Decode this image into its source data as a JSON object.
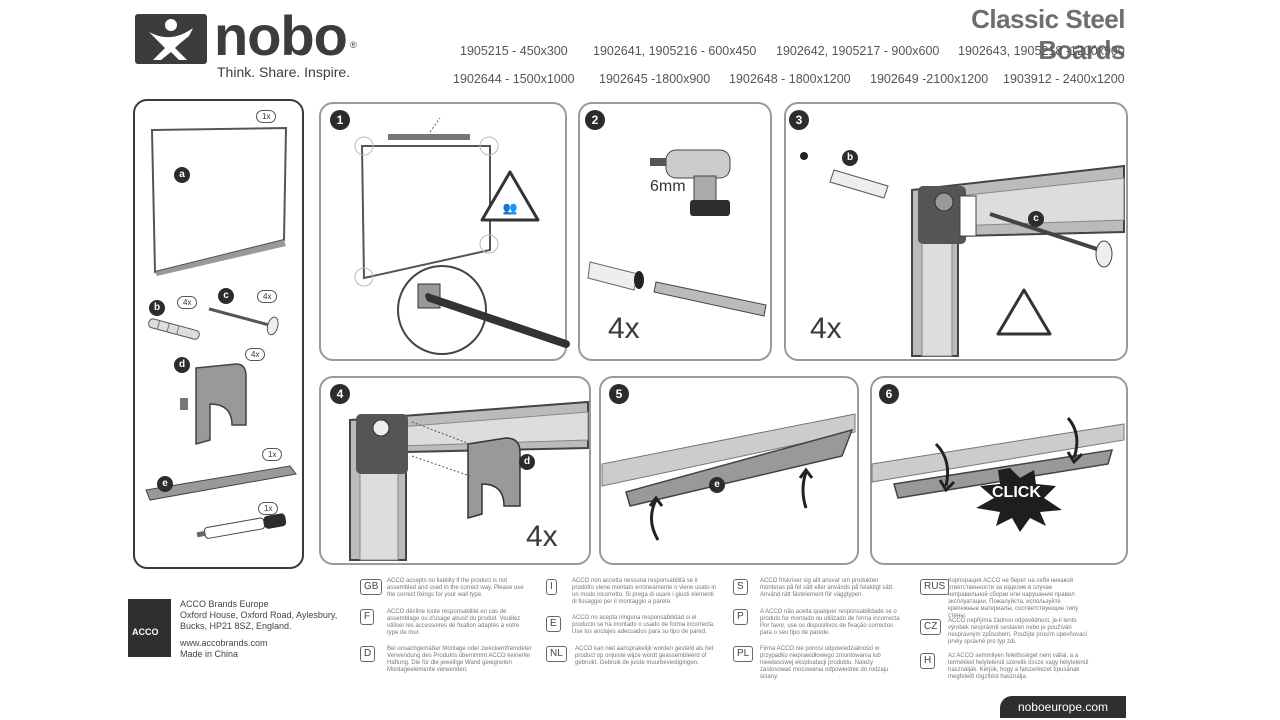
{
  "header": {
    "brand": "nobo",
    "reg": "®",
    "tagline": "Think. Share. Inspire.",
    "title": "Classic Steel Boards",
    "models_row1": [
      "1905215 - 450x300",
      "1902641, 1905216 - 600x450",
      "1902642, 1905217 - 900x600",
      "1902643, 1905218 -1200x900"
    ],
    "models_row2": [
      "1902644 - 1500x1000",
      "1902645 -1800x900",
      "1902648 - 1800x1200",
      "1902649 -2100x1200",
      "1903912 - 2400x1200"
    ]
  },
  "parts": {
    "a": "a",
    "a_qty": "1x",
    "b": "b",
    "b_qty": "4x",
    "c": "c",
    "c_qty": "4x",
    "d": "d",
    "d_qty": "4x",
    "e": "e",
    "e_qty": "1x",
    "f_qty": "1x"
  },
  "steps": [
    {
      "num": "1"
    },
    {
      "num": "2",
      "drill": "6mm",
      "qty": "4x"
    },
    {
      "num": "3",
      "qty": "4x",
      "b": "b",
      "c": "c"
    },
    {
      "num": "4",
      "qty": "4x",
      "d": "d"
    },
    {
      "num": "5",
      "e": "e"
    },
    {
      "num": "6",
      "click": "CLICK"
    }
  ],
  "footer": {
    "acco": "ACCO",
    "brands": "BRANDS",
    "address": [
      "ACCO Brands Europe",
      "Oxford House, Oxford Road, Aylesbury,",
      "Bucks, HP21 8SZ, England.",
      "",
      "www.accobrands.com",
      "Made in China"
    ],
    "languages": [
      {
        "code": "GB",
        "text": "ACCO accepts no liability if the product is not assembled and used in the correct way. Please use the correct fixings for your wall type."
      },
      {
        "code": "F",
        "text": "ACCO décline toute responsabilité en cas de assemblage ou d'usage abusif du produit. Veuillez utiliser les accessoires de fixation adaptés à votre type de mur."
      },
      {
        "code": "D",
        "text": "Bei unsachgemäßer Montage oder zweckentfremdeter Verwendung des Produkts übernimmt ACCO keinerlei Haftung. Die für die jeweilige Wand geeigneten Montageelemente verwenden."
      },
      {
        "code": "I",
        "text": "ACCO non accetta nessuna responsabilità se il prodotto viene montato erroneamente o viene usato in un modo incorretto. Si prega di usare i giusti elementi di fissaggio per il montaggio a parete."
      },
      {
        "code": "E",
        "text": "ACCO no acepta ninguna responsabilidad si el producto se ha montado o usado de forma incorrecta. Use los anclajes adecuados para su tipo de pared."
      },
      {
        "code": "NL",
        "text": "ACCO kan niet aansprakelijk worden gesteld als het product op onjuiste wijze wordt geassembleerd of gebruikt. Gebruik de juiste muurbevestigingen."
      },
      {
        "code": "S",
        "text": "ACCO friskriver sig allt ansvar om produkten monteras på fel sätt eller används på felaktigt sätt. Använd rätt fästelement för väggtypen."
      },
      {
        "code": "P",
        "text": "A ACCO não aceita qualquer responsabilidade se o produto for montado ou utilizado de forma incorrecta. Por favor, use os dispositivos de fixação correctos para o seu tipo de parede."
      },
      {
        "code": "PL",
        "text": "Firma ACCO nie ponosi odpowiedzialności w przypadku nieprawidłowego zmontowania lub niewłaściwej eksploatacji produktu. Należy zastosować mocowania odpowiednie do rodzaju ściany."
      },
      {
        "code": "RUS",
        "text": "Корпорация ACCO не берет на себя никакой ответственности за изделие в случае неправильной сборки или нарушения правил эксплуатации. Пожалуйста, используйте крепежные материалы, соответствующие типу стены."
      },
      {
        "code": "CZ",
        "text": "ACCO nepřijímá žádnou odpovědnost, je-li tento výrobek nesprávně sestaven nebo je používán nesprávným způsobem. Použijte prosím upevňovací prvky správné pro typ zdi."
      },
      {
        "code": "H",
        "text": "Az ACCO semmilyen felelősséget nem vállal, a a termékkel helytelenül szerelik össze vagy helytelenül használják. Kérjük, hogy a falszerkezet típusának megfelelő rögzítést használja."
      }
    ],
    "website": "noboeurope.com"
  }
}
